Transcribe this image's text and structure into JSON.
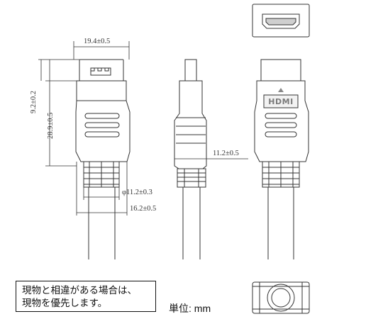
{
  "dimensions": {
    "top_width": "19.4±0.5",
    "plug_height": "9.2±0.2",
    "body_height": "28.9±0.5",
    "side_thickness": "11.2±0.5",
    "cable_diameter": "φ11.2±0.3",
    "boot_width": "16.2±0.5"
  },
  "logo_text": "HDMI",
  "note": {
    "line1": "現物と相違がある場合は、",
    "line2": "現物を優先します。"
  },
  "unit_label": "単位: mm",
  "colors": {
    "line": "#333333",
    "logo": "#7a7a7a",
    "grid": "#555555"
  }
}
